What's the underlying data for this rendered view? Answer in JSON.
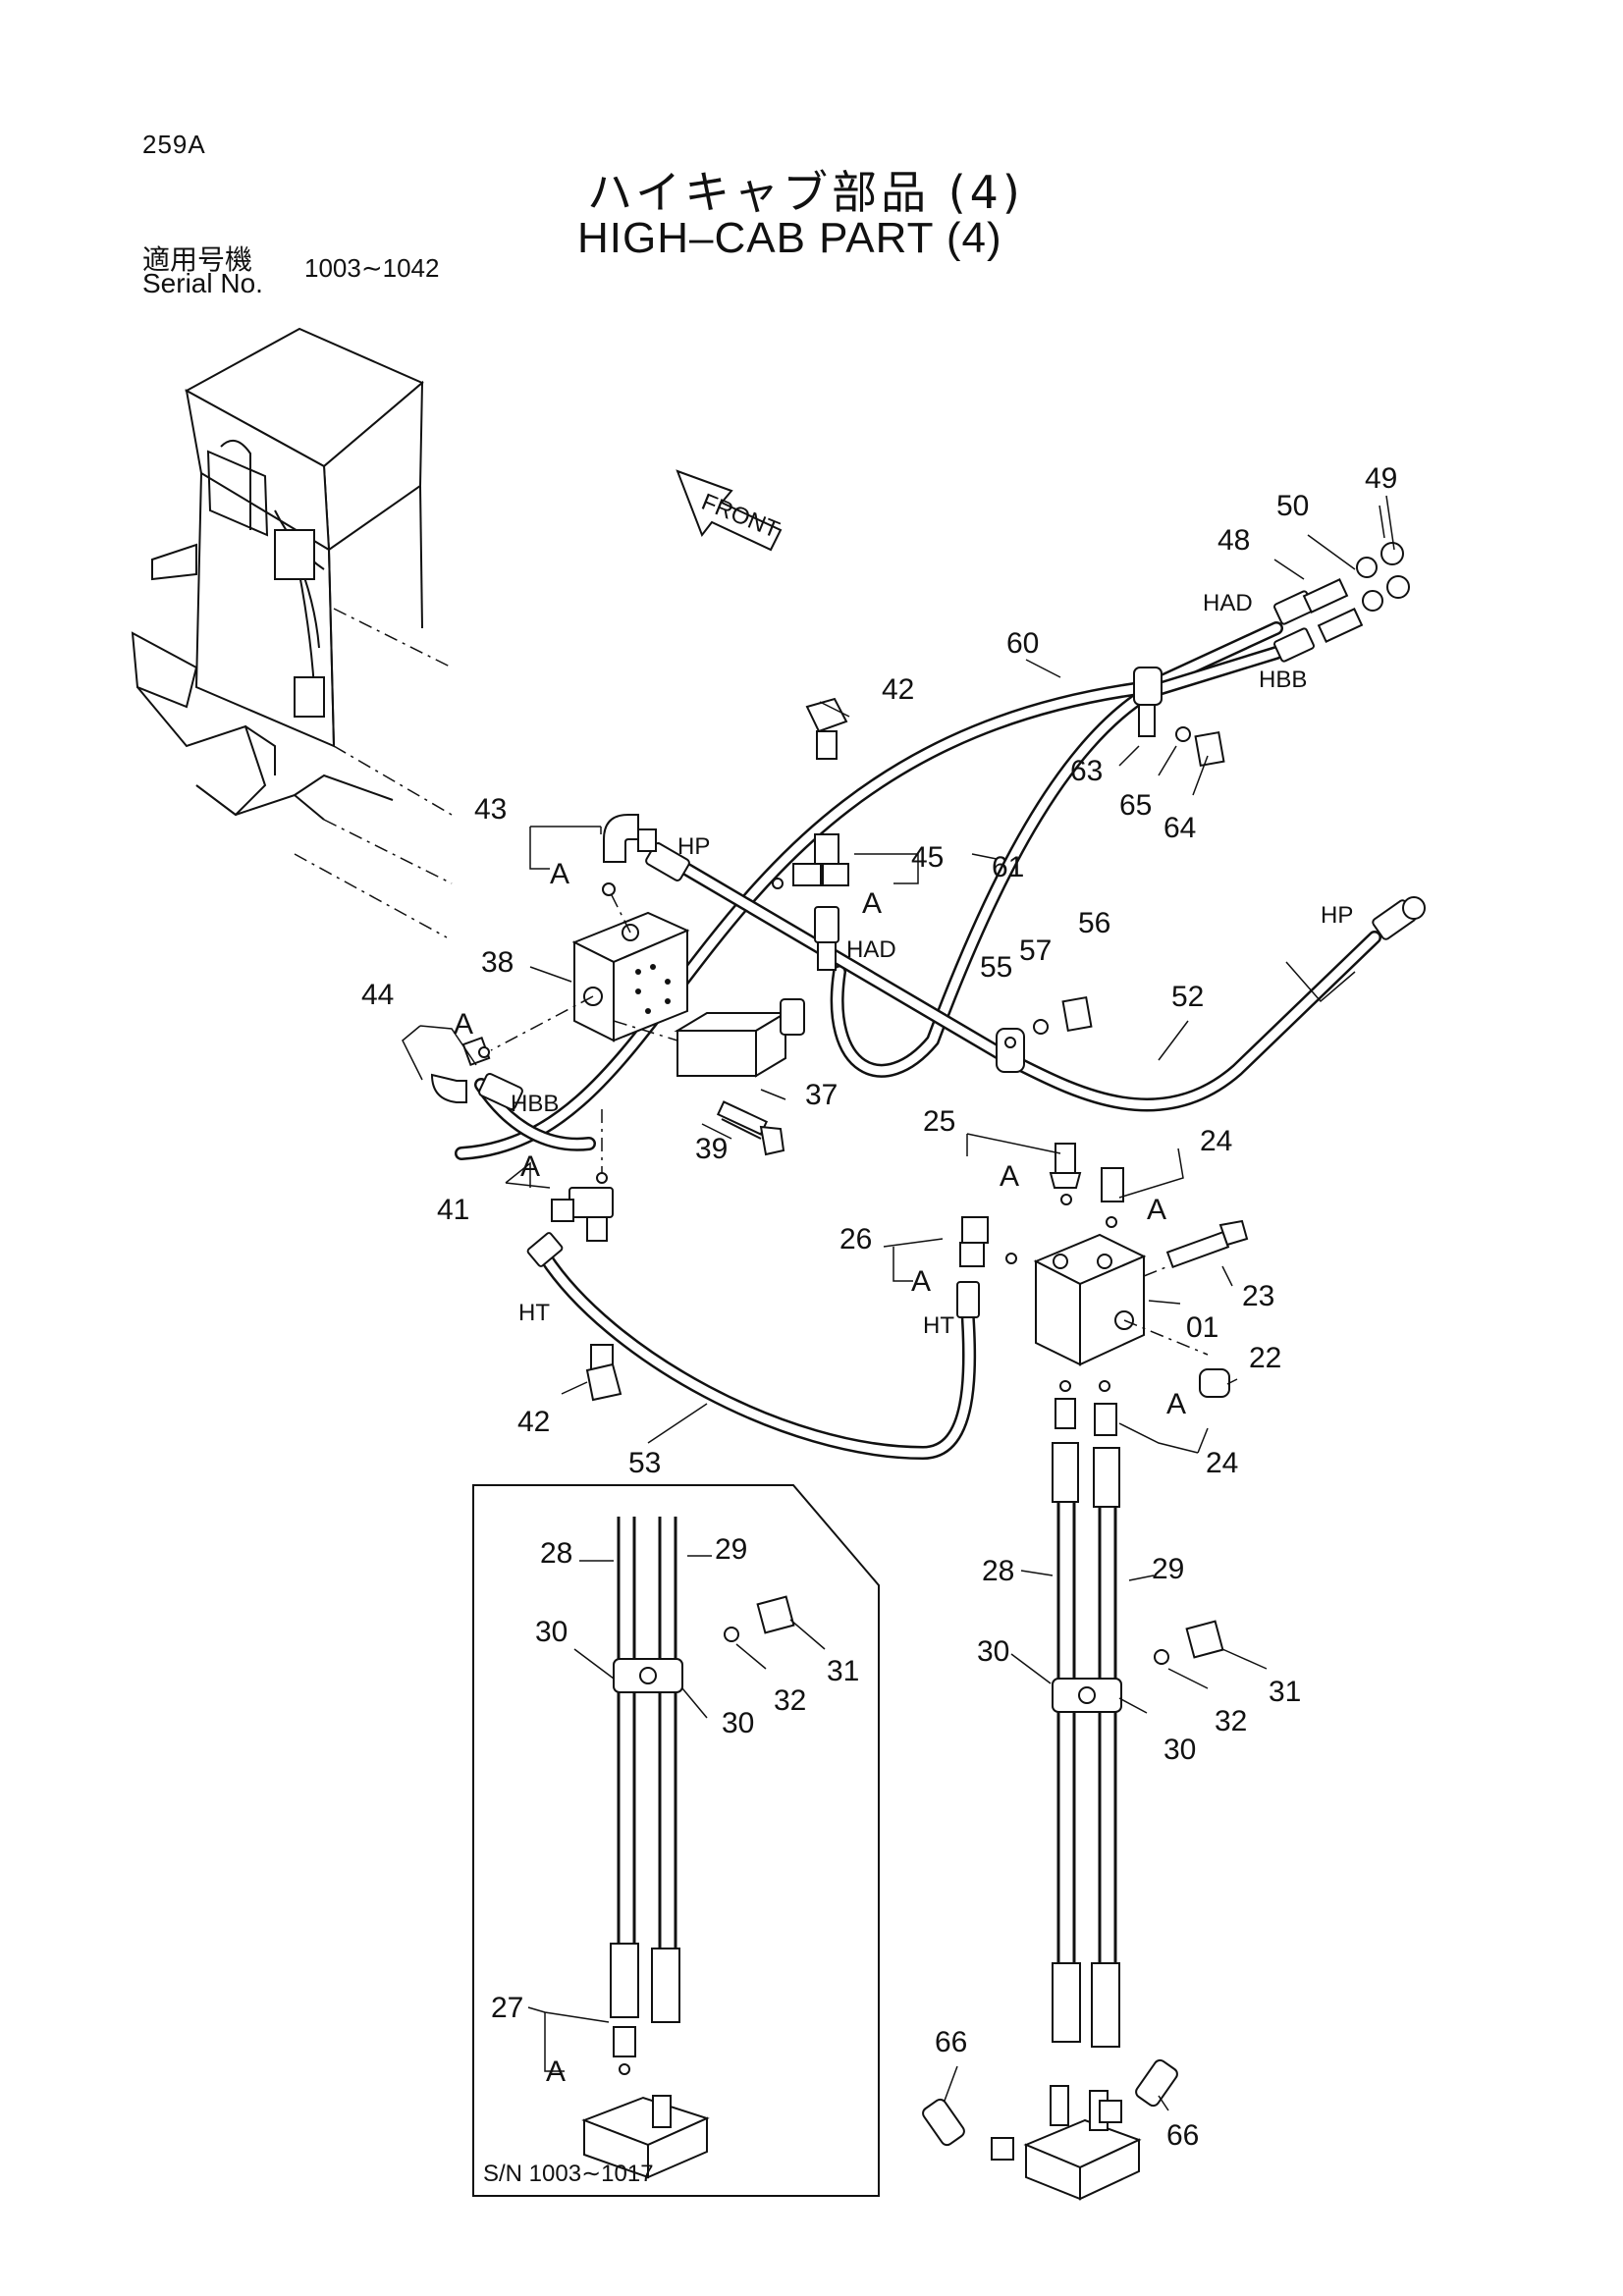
{
  "header": {
    "page_code": "259A",
    "title_jp": "ハイキャブ部品 (4)",
    "title_en": "HIGH–CAB PART (4)",
    "serial_label_jp": "適用号機",
    "serial_label_en": "Serial No.",
    "serial_range": "1003∼1042"
  },
  "diagram": {
    "front_label": "FRONT",
    "port_labels": {
      "had_top": "HAD",
      "hbb_top": "HBB",
      "hp_left": "HP",
      "hp_right": "HP",
      "had_mid": "HAD",
      "hbb_left": "HBB",
      "ht_left": "HT",
      "ht_mid": "HT"
    },
    "detail_letter": "A",
    "inset_serial": "S/N  1003∼1017",
    "callouts": {
      "p01": "01",
      "p22": "22",
      "p23": "23",
      "p24a": "24",
      "p24b": "24",
      "p25": "25",
      "p26": "26",
      "p27": "27",
      "p28a": "28",
      "p28b": "28",
      "p29a": "29",
      "p29b": "29",
      "p30a": "30",
      "p30b": "30",
      "p30c": "30",
      "p30d": "30",
      "p31a": "31",
      "p31b": "31",
      "p32a": "32",
      "p32b": "32",
      "p37": "37",
      "p38": "38",
      "p39": "39",
      "p41": "41",
      "p42a": "42",
      "p42b": "42",
      "p43": "43",
      "p44": "44",
      "p45": "45",
      "p48": "48",
      "p49": "49",
      "p50": "50",
      "p52": "52",
      "p53": "53",
      "p55": "55",
      "p56": "56",
      "p57": "57",
      "p60": "60",
      "p61": "61",
      "p63": "63",
      "p64": "64",
      "p65": "65",
      "p66a": "66",
      "p66b": "66"
    }
  }
}
